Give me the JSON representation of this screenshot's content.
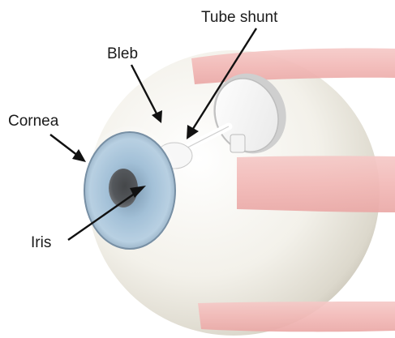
{
  "labels": {
    "tube_shunt": "Tube shunt",
    "bleb": "Bleb",
    "cornea": "Cornea",
    "iris": "Iris"
  },
  "colors": {
    "sclera": "#f3f1ea",
    "iris": "#8fb3cf",
    "pupil": "#2f3338",
    "muscle": "#f2b8b6",
    "implant": "#fbfbfb",
    "pointer": "#111111"
  }
}
